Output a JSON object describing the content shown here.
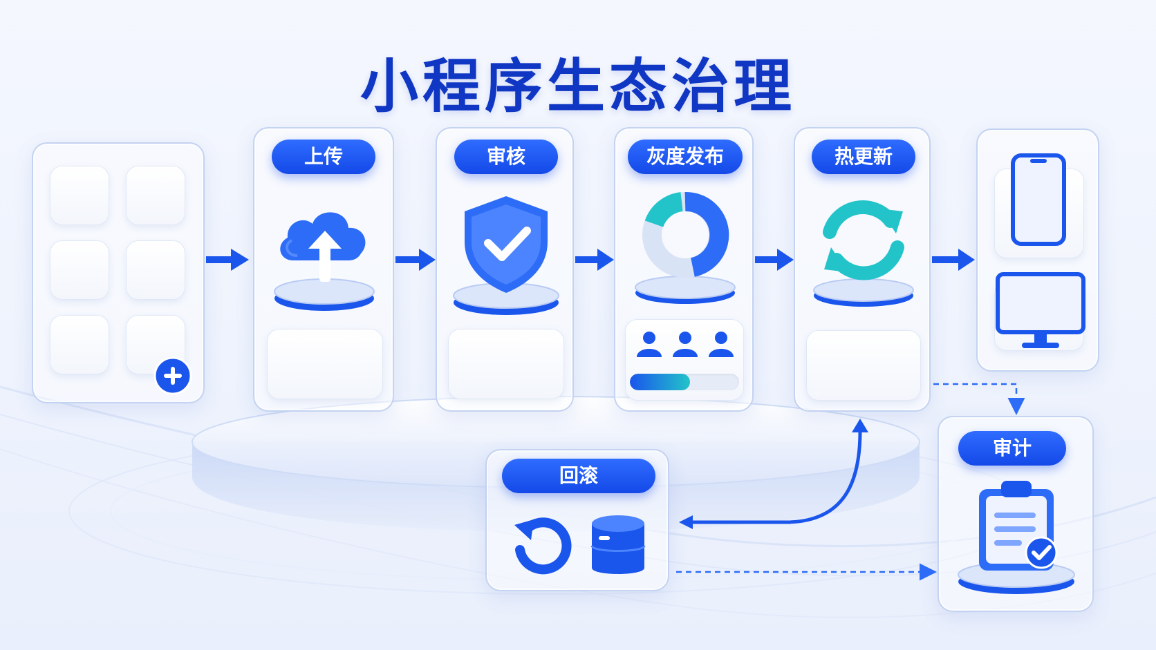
{
  "title": "小程序生态治理",
  "steps": {
    "upload": {
      "label": "上传"
    },
    "review": {
      "label": "审核"
    },
    "gray_release": {
      "label": "灰度发布",
      "progress": 0.55
    },
    "hot_update": {
      "label": "热更新"
    },
    "rollback": {
      "label": "回滚"
    },
    "audit": {
      "label": "审计"
    }
  },
  "colors": {
    "primary": "#1449e8",
    "title": "#1036c4",
    "accent_teal": "#22c4c9",
    "card_border": "#becef0"
  },
  "icons": {
    "app_grid": "app-grid-icon",
    "upload": "cloud-upload-icon",
    "review": "shield-check-icon",
    "gray_release": "donut-chart-icon",
    "hot_update": "refresh-icon",
    "devices": [
      "smartphone-icon",
      "monitor-icon"
    ],
    "rollback": [
      "undo-icon",
      "database-icon"
    ],
    "audit": "clipboard-check-icon"
  }
}
